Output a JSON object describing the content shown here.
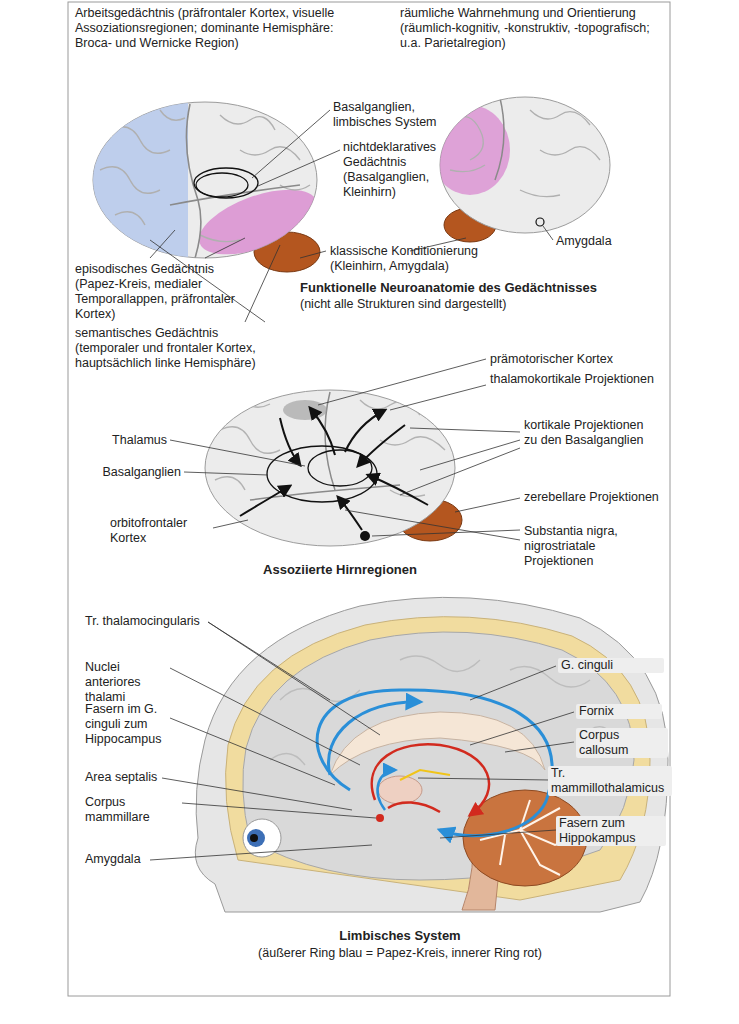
{
  "diagram": {
    "labels": [
      "Arbeitsgedächtnis (präfrontaler Kortex, visuelle Assoziationsregionen; dominante Hemisphäre: Broca- und Wernicke Region)",
      "räumliche Wahrnehmung und Orientierung (räumlich-kognitiv, -konstruktiv, -topografisch; u.a. Parietalregion)",
      "Basalganglien, limbisches System",
      "nichtdeklaratives Gedächtnis (Basalganglien, Kleinhirn)",
      "episodisches Gedächtnis (Papez-Kreis, medialer Temporallappen, präfrontaler Kortex)",
      "klassische Konditionierung (Kleinhirn, Amygdala)",
      "Amygdala",
      "semantisches Gedächtnis (temporaler und frontaler Kortex, hauptsächlich linke Hemisphäre)",
      "Funktionelle Neuroanatomie des Gedächtnisses",
      "(nicht alle Strukturen sind dargestellt)",
      "prämotorischer Kortex",
      "thalamokortikale Projektionen",
      "kortikale Projektionen zu den Basalganglien",
      "Thalamus",
      "Basalganglien",
      "zerebellare Projektionen",
      "orbitofrontaler Kortex",
      "Substantia nigra, nigrostriatale Projektionen",
      "Assoziierte Hirnregionen",
      "Tr. thalamocingularis",
      "G. cinguli",
      "Nuclei anteriores thalami",
      "Fornix",
      "Fasern im G. cinguli zum Hippocampus",
      "Corpus callosum",
      "Tr. mammillothalamicus",
      "Area septalis",
      "Corpus mammillare",
      "Fasern zum Hippokampus",
      "Amygdala",
      "Limbisches System",
      "(äußerer Ring blau = Papez-Kreis, innerer Ring rot)"
    ]
  }
}
